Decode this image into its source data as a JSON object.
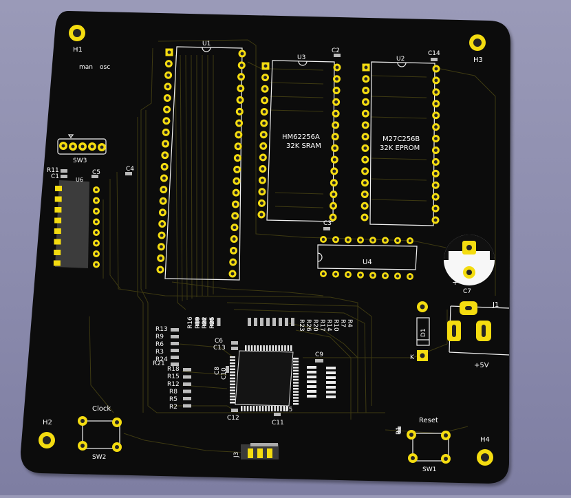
{
  "board": {
    "mount_holes": [
      "H1",
      "H2",
      "H3",
      "H4"
    ],
    "silk_notes": [
      "man",
      "osc"
    ],
    "colors": {
      "board": "#0c0c0c",
      "copper": "#f4dc10",
      "silk": "#ffffff",
      "trace": "#3e3a12",
      "background": "#8c8cae"
    }
  },
  "components": {
    "u1": {
      "ref": "U1"
    },
    "u2": {
      "ref": "U2",
      "line1": "M27C256B",
      "line2": "32K EPROM"
    },
    "u3": {
      "ref": "U3",
      "line1": "HM62256A",
      "line2": "32K SRAM"
    },
    "u4": {
      "ref": "U4"
    },
    "u5": {
      "ref": "U5"
    },
    "u6": {
      "ref": "U6"
    },
    "j1": {
      "ref": "J1",
      "label": "+5V"
    },
    "j3": {
      "ref": "J3"
    },
    "d1": {
      "ref": "D1",
      "pin": "K"
    },
    "sw1": {
      "ref": "SW1",
      "label": "Reset"
    },
    "sw2": {
      "ref": "SW2",
      "label": "Clock"
    },
    "sw3": {
      "ref": "SW3"
    },
    "caps": {
      "c1": "C1",
      "c2": "C2",
      "c3": "C3",
      "c4": "C4",
      "c5": "C5",
      "c6": "C6",
      "c7": "C7",
      "c8": "C8",
      "c9": "C9",
      "c10": "C10",
      "c11": "C11",
      "c12": "C12",
      "c13": "C13",
      "c14": "C14"
    },
    "polarity_plus": "+",
    "resistors_left": [
      "R13",
      "R9",
      "R6",
      "R3",
      "R24",
      "R21"
    ],
    "resistors_left2": [
      "R18",
      "R15",
      "R12",
      "R8",
      "R5",
      "R2"
    ],
    "resistors_top_left": [
      "R16",
      "R19",
      "R22",
      "R25"
    ],
    "resistors_top_right": [
      "R23",
      "R26",
      "R20",
      "R17",
      "R14",
      "R10",
      "R7",
      "R4"
    ],
    "r1": "R1",
    "r11": "R11"
  }
}
